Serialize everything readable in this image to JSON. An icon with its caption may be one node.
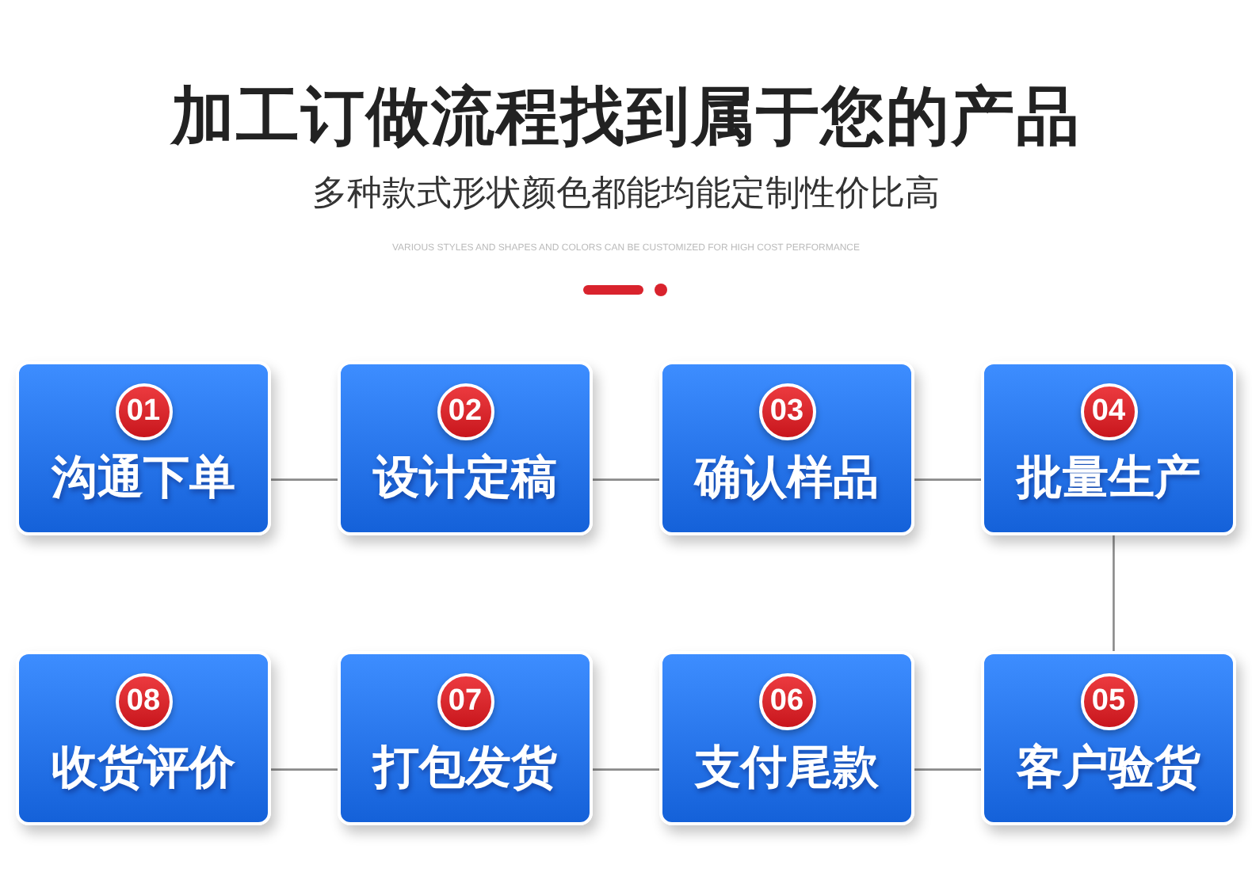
{
  "diagram": {
    "title": "加工订做流程找到属于您的产品",
    "nodes": [
      {
        "text": [
          "01",
          "沟通下单"
        ]
      },
      {
        "text": [
          "02",
          "设计定稿"
        ]
      },
      {
        "text": [
          "03",
          "确认样品"
        ]
      },
      {
        "text": [
          "04",
          "批量生产"
        ]
      },
      {
        "text": [
          "05",
          "客户验货"
        ]
      },
      {
        "text": [
          "06",
          "支付尾款"
        ]
      },
      {
        "text": [
          "07",
          "打包发货"
        ]
      },
      {
        "text": [
          "08",
          "收货评价"
        ]
      }
    ],
    "edges": [
      {
        "from": 0,
        "to": 1,
        "arrow": "none"
      },
      {
        "from": 1,
        "to": 2,
        "arrow": "none"
      },
      {
        "from": 2,
        "to": 3,
        "arrow": "none"
      },
      {
        "from": 3,
        "to": 4,
        "arrow": "none"
      },
      {
        "from": 4,
        "to": 5,
        "arrow": "none"
      },
      {
        "from": 5,
        "to": 6,
        "arrow": "none"
      },
      {
        "from": 6,
        "to": 7,
        "arrow": "none"
      }
    ],
    "labels": [
      "多种款式形状颜色都能均能定制性价比高",
      "VARIOUS STYLES AND SHAPES AND COLORS CAN BE CUSTOMIZED FOR HIGH COST PERFORMANCE"
    ]
  }
}
